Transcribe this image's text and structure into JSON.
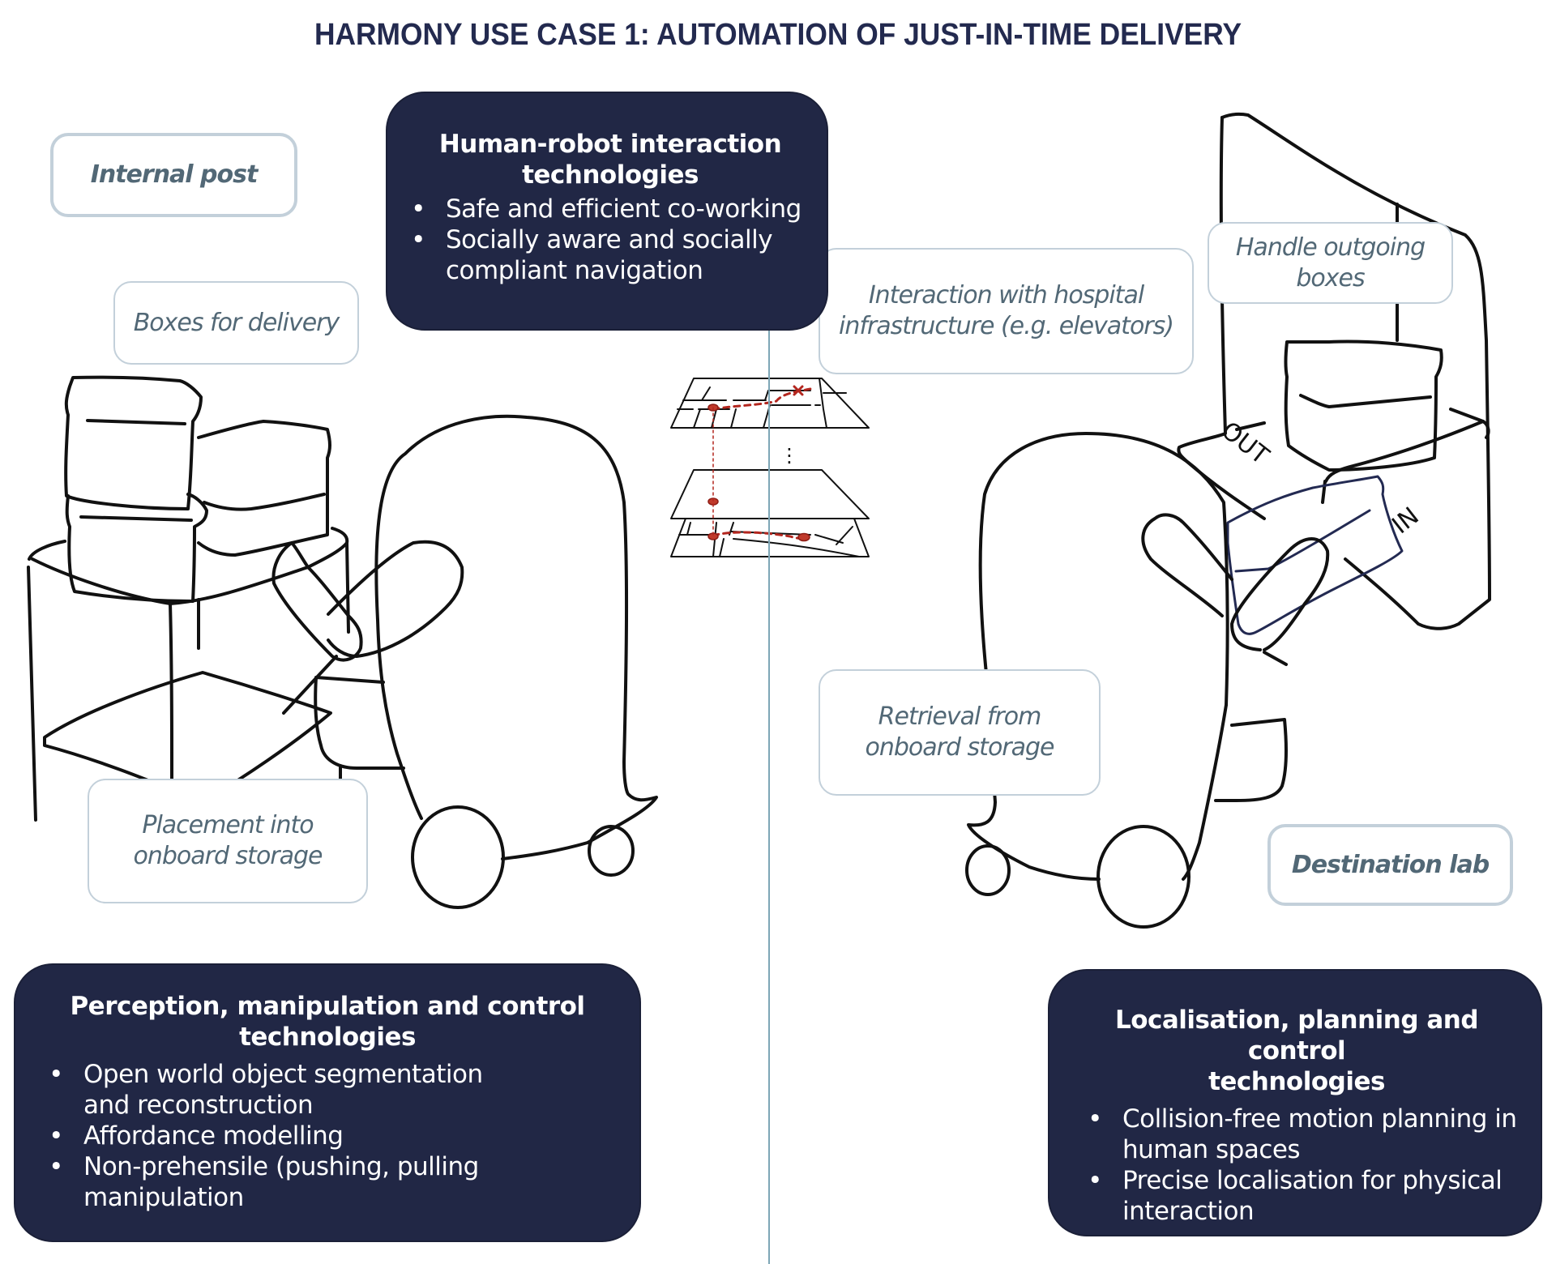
{
  "title": "HARMONY USE CASE 1: AUTOMATION OF JUST-IN-TIME DELIVERY",
  "colors": {
    "navy": "#212745",
    "label_text": "#526876",
    "label_border": "#c3d0da",
    "divider": "#7ea6b6",
    "path_red": "#b3261e",
    "held_box_stroke": "#232a52"
  },
  "location_labels": {
    "internal_post": "Internal post",
    "destination_lab": "Destination lab"
  },
  "action_labels": {
    "boxes_for_delivery": "Boxes for delivery",
    "placement_line1": "Placement into",
    "placement_line2": "onboard storage",
    "interaction_line1": "Interaction with hospital",
    "interaction_line2": "infrastructure (e.g. elevators)",
    "handle_line1": "Handle outgoing",
    "handle_line2": "boxes",
    "retrieval_line1": "Retrieval from",
    "retrieval_line2": "onboard storage"
  },
  "tech_boxes": {
    "hri": {
      "title_line1": "Human-robot interaction",
      "title_line2": "technologies",
      "bullet": "•",
      "items": [
        "Safe and efficient co-working",
        "Socially aware and socially compliant navigation"
      ]
    },
    "perception": {
      "title_line1": "Perception, manipulation and control",
      "title_line2": "technologies",
      "bullet": "•",
      "items": [
        "Open world object segmentation and reconstruction",
        "Affordance modelling",
        "Non-prehensile (pushing, pulling manipulation"
      ]
    },
    "localisation": {
      "title_line1": "Localisation, planning and control",
      "title_line2": "technologies",
      "bullet": "•",
      "items": [
        "Collision-free motion planning in human spaces",
        "Precise localisation for physical interaction"
      ]
    }
  },
  "drawing": {
    "tray_out_label": "OUT",
    "tray_in_label": "IN",
    "map_ellipsis": "⋮"
  }
}
